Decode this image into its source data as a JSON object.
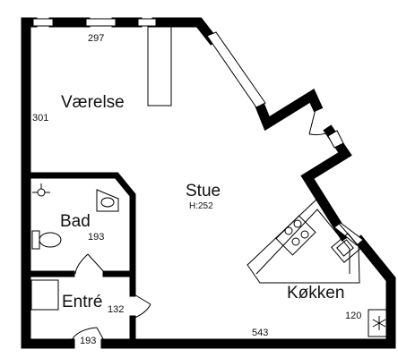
{
  "rooms": {
    "vaerelse": "Værelse",
    "stue": "Stue",
    "stue_height": "H:252",
    "bad": "Bad",
    "entre": "Entré",
    "kokken": "Køkken"
  },
  "dimensions": {
    "top_width": "297",
    "left_height": "301",
    "bath": "193",
    "entry_side": "132",
    "entry_bottom": "193",
    "bottom_width": "543",
    "kitchen": "120"
  },
  "icons": {
    "fridge": "snowflake-icon",
    "sink": "sink-icon",
    "stove": "stove-icon",
    "toilet": "toilet-icon",
    "washbasin": "washbasin-icon",
    "shower": "shower-icon"
  },
  "colors": {
    "wall": "#000000",
    "background": "#ffffff"
  }
}
